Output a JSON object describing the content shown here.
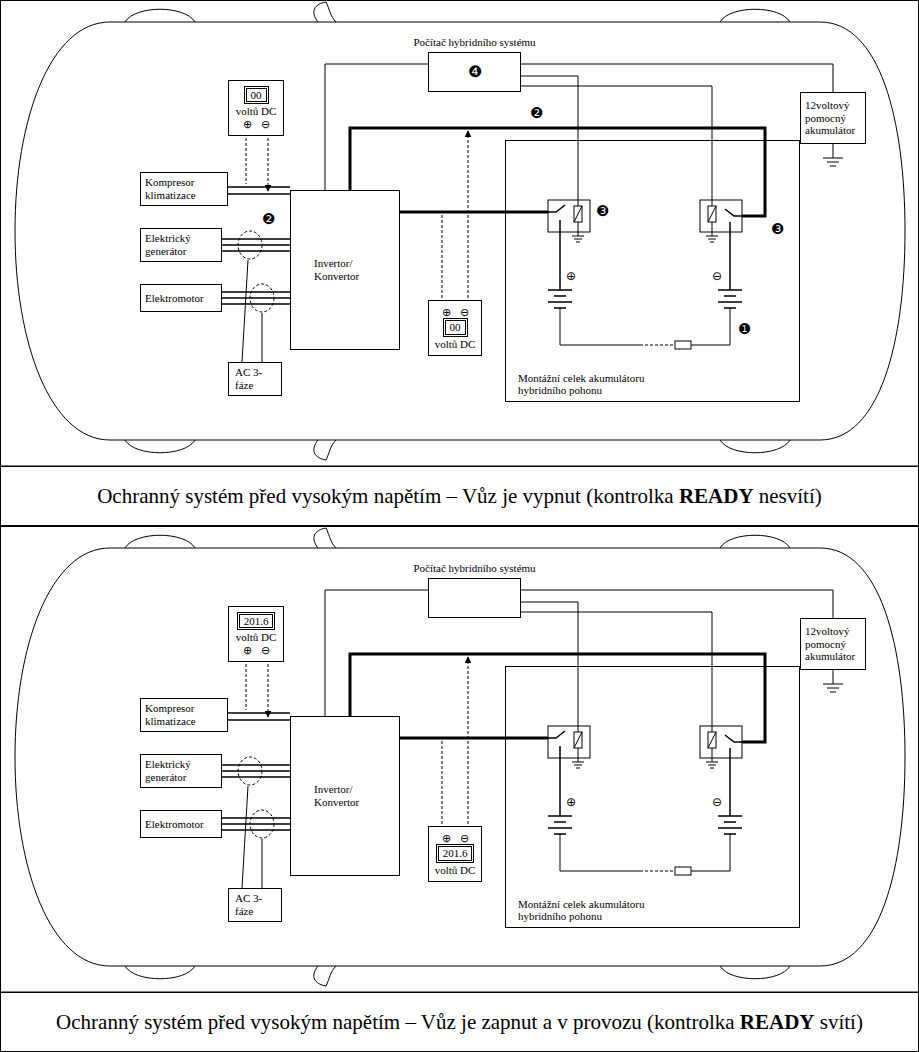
{
  "diagram": {
    "nodes": [
      {
        "text": [
          "Počítač hybridního systému",
          "❹"
        ]
      },
      {
        "text": [
          "12voltový pomocný akumulátor"
        ]
      },
      {
        "text": [
          "00",
          "voltů DC",
          "⊕",
          "⊖"
        ]
      },
      {
        "text": [
          "Kompresor klimatizace"
        ]
      },
      {
        "text": [
          "Elektrický generátor"
        ]
      },
      {
        "text": [
          "Elektromotor"
        ]
      },
      {
        "text": [
          "Invertor/ Konvertor"
        ]
      },
      {
        "text": [
          "⊕",
          "⊖",
          "00",
          "voltů DC"
        ]
      },
      {
        "text": [
          "Montážní celek akumulátoru hybridního pohonu"
        ]
      },
      {
        "text": [
          "AC 3-fáze"
        ]
      },
      {
        "text": [
          "Ochranný systém před vysokým napětím – Vůz je vypnut (kontrolka",
          "READY",
          "nesvítí)"
        ]
      },
      {
        "text": [
          "Počítač hybridního systému"
        ]
      },
      {
        "text": [
          "12voltový pomocný akumulátor"
        ]
      },
      {
        "text": [
          "201.6",
          "voltů DC",
          "⊕",
          "⊖"
        ]
      },
      {
        "text": [
          "Kompresor klimatizace"
        ]
      },
      {
        "text": [
          "Elektrický generátor"
        ]
      },
      {
        "text": [
          "Elektromotor"
        ]
      },
      {
        "text": [
          "Invertor/ Konvertor"
        ]
      },
      {
        "text": [
          "⊕",
          "⊖",
          "201.6",
          "voltů DC"
        ]
      },
      {
        "text": [
          "Montážní celek akumulátoru hybridního pohonu"
        ]
      },
      {
        "text": [
          "AC 3-fáze"
        ]
      },
      {
        "text": [
          "Ochranný systém před vysokým napětím – Vůz je zapnut a v provozu (kontrolka",
          "READY",
          "svítí)"
        ]
      }
    ],
    "edges": [
      {
        "from": 0,
        "to": 1,
        "arrow": "none"
      },
      {
        "from": 0,
        "to": 6,
        "arrow": "none"
      },
      {
        "from": 0,
        "to": 8,
        "arrow": "none"
      },
      {
        "from": 0,
        "to": 8,
        "arrow": "none"
      },
      {
        "from": 3,
        "to": 6,
        "arrow": "none"
      },
      {
        "from": 4,
        "to": 6,
        "arrow": "none"
      },
      {
        "from": 5,
        "to": 6,
        "arrow": "none"
      },
      {
        "from": 6,
        "to": 8,
        "arrow": "none"
      },
      {
        "from": 6,
        "to": 8,
        "arrow": "none"
      },
      {
        "from": 11,
        "to": 12,
        "arrow": "none"
      },
      {
        "from": 11,
        "to": 17,
        "arrow": "none"
      },
      {
        "from": 11,
        "to": 19,
        "arrow": "none"
      },
      {
        "from": 11,
        "to": 19,
        "arrow": "none"
      },
      {
        "from": 14,
        "to": 17,
        "arrow": "none"
      },
      {
        "from": 15,
        "to": 17,
        "arrow": "none"
      },
      {
        "from": 16,
        "to": 17,
        "arrow": "none"
      },
      {
        "from": 17,
        "to": 19,
        "arrow": "none"
      },
      {
        "from": 17,
        "to": 19,
        "arrow": "none"
      }
    ],
    "labels": [
      "❶",
      "❷",
      "❷",
      "❸",
      "❸",
      "⊕",
      "⊖",
      "⊕",
      "⊖"
    ]
  }
}
